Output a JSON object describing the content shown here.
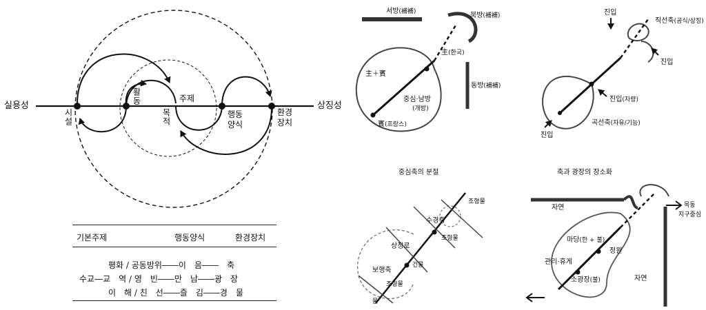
{
  "left_diagram": {
    "axis_left": "실용성",
    "axis_right": "상징성",
    "nodes": [
      {
        "id": "facility",
        "label": "시설"
      },
      {
        "id": "activity",
        "label": "활동"
      },
      {
        "id": "purpose",
        "label": "목적"
      },
      {
        "id": "behavior",
        "label": "행동양식"
      },
      {
        "id": "environment",
        "label": "환경장치"
      }
    ],
    "subject_label": "주제",
    "behavior_label_line1": "행동",
    "behavior_label_line2": "양식",
    "environment_label_line1": "환경",
    "environment_label_line2": "장치"
  },
  "table": {
    "headers": [
      "기본주제",
      "행동양식",
      "환경장치"
    ],
    "rows": [
      "평화 / 공동방위――이　음――　축",
      "수교―교　역 / 영　빈――만　남――광　장",
      "이　해 / 친　선――즐　김――경　물"
    ]
  },
  "panel_tl": {
    "west": "서방",
    "west_note": "(補補)",
    "north": "북방",
    "north_note": "(補補)",
    "east": "동방",
    "east_note": "(補補)",
    "main": "主",
    "main_note": "(한국)",
    "main_plus": "主＋賓",
    "center": "중심·남방",
    "center_note": "(개방)",
    "guest": "賓",
    "guest_note": "(프랑스)"
  },
  "panel_tr": {
    "entry_top": "진입",
    "axis_straight": "직선축",
    "axis_straight_note": "(공식/상징)",
    "entry_right": "진입",
    "entry_mid": "진입",
    "entry_mid_note": "(자량)",
    "axis_curve": "곡선축",
    "axis_curve_note": "(자유/기능)",
    "entry_bottom": "진입"
  },
  "panel_bl": {
    "title": "중심축의 분절",
    "sculpture1": "조형물",
    "waterfront": "수경축",
    "sculpture2": "조형물",
    "road": "상징로",
    "building": "건물",
    "walkway": "보행축",
    "sculpture3": "조형물",
    "small": "물"
  },
  "panel_br": {
    "title": "축과 광장의 장소화",
    "nature_top": "자연",
    "target": "목동",
    "target2": "지구중심",
    "yard": "마당",
    "yard_note": "(한 + 불)",
    "garden": "정원",
    "manage": "관리·휴게",
    "plaza": "소광장",
    "plaza_note": "(불)",
    "nature_bottom": "자연"
  }
}
